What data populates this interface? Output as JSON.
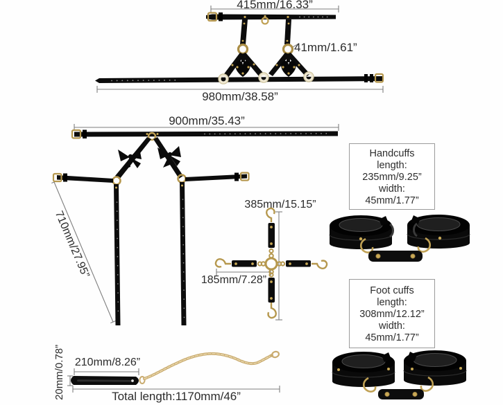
{
  "colors": {
    "leather": "#0c0c0c",
    "gold_hardware": "#c0a154",
    "light_ring": "#efe8d2",
    "chain_gold": "#d6bd8a",
    "dimension_line": "#7f7f7f",
    "text": "#2b2b2b",
    "box_border": "#9a9a9a",
    "background": "#fefefe"
  },
  "bra_harness": {
    "top_width_label": "415mm/16.33”",
    "ring_label": "41mm/1.61”",
    "belt_length_label": "980mm/38.58”"
  },
  "waist_harness": {
    "belt_length_label": "900mm/35.43”",
    "leg_strap_label": "710mm/27.95”"
  },
  "hogtie_cross": {
    "vertical_label": "385mm/15.15”",
    "horizontal_label": "185mm/7.28”"
  },
  "handcuffs": {
    "title": "Handcuffs",
    "length_caption": "length:",
    "length_value": "235mm/9.25”",
    "width_caption": "width:",
    "width_value": "45mm/1.77”"
  },
  "foot_cuffs": {
    "title": "Foot cuffs",
    "length_caption": "length:",
    "length_value": "308mm/12.12”",
    "width_caption": "width:",
    "width_value": "45mm/1.77”"
  },
  "leash": {
    "handle_length_label": "210mm/8.26”",
    "strap_width_label": "20mm/0.78”",
    "total_length_label": "Total length:1170mm/46”"
  }
}
